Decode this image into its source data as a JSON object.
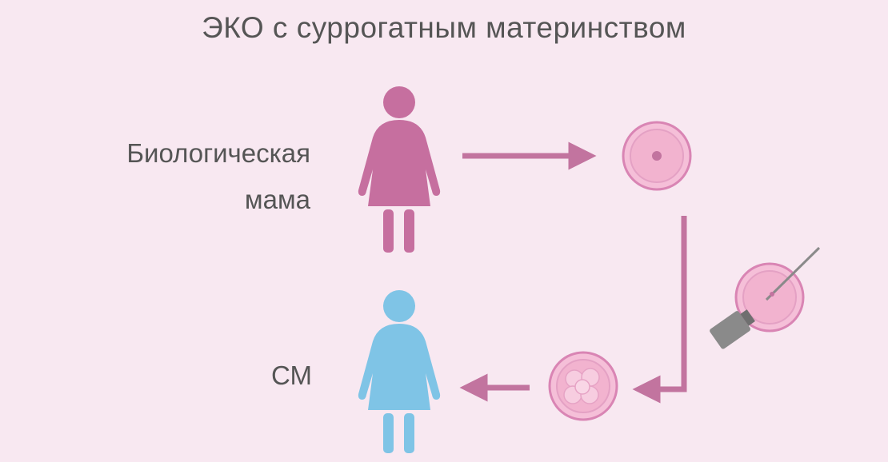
{
  "title": "ЭКО с суррогатным материнством",
  "labels": {
    "biological_mother_line1": "Биологическая",
    "biological_mother_line2": "мама",
    "surrogate": "СМ"
  },
  "colors": {
    "background": "#f8e8f1",
    "text": "#555555",
    "accent_pink": "#c2749f",
    "figure_pink": "#c66f9f",
    "figure_blue": "#7fc4e6",
    "cell_fill": "#f5bfd8",
    "cell_ring": "#d985b4",
    "needle_gray": "#8a8a8a"
  },
  "icons": [
    "woman-figure-pink-icon",
    "woman-figure-blue-icon",
    "egg-cell-icon",
    "injection-icon",
    "embryo-icon"
  ]
}
